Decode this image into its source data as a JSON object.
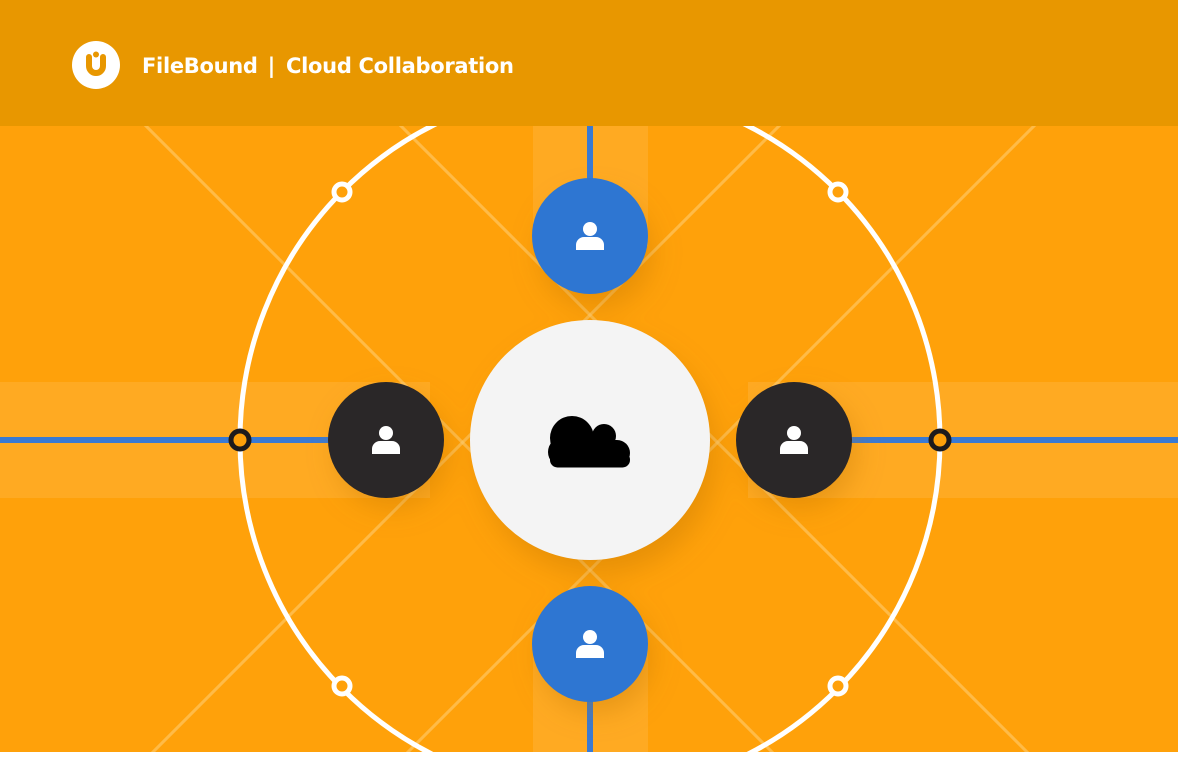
{
  "header": {
    "logo_letter": "U",
    "product": "FileBound",
    "separator": "|",
    "title": "Cloud Collaboration"
  },
  "colors": {
    "background": "#ffa10a",
    "header_band": "#e89700",
    "ring": "#ffffff",
    "connector": "#3a7ad3",
    "user_blue": "#2e76d2",
    "user_dark": "#2a2728",
    "hub": "#f4f4f4",
    "cloud": "#000000"
  },
  "diagram": {
    "hub_icon": "cloud-icon",
    "user_icon": "user-icon",
    "users": [
      {
        "id": "top",
        "style": "blue"
      },
      {
        "id": "left",
        "style": "dark"
      },
      {
        "id": "right",
        "style": "dark"
      },
      {
        "id": "bottom",
        "style": "blue"
      }
    ]
  }
}
